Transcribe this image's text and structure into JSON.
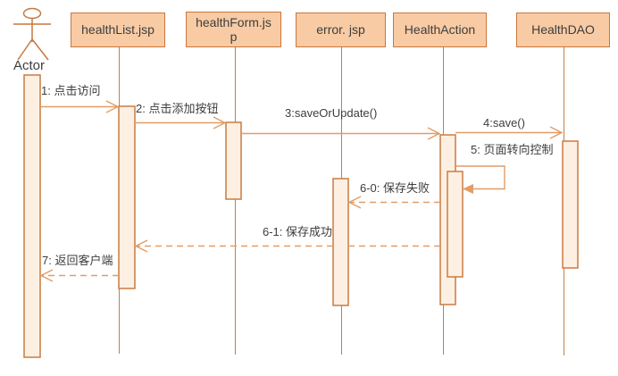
{
  "diagram_type": "uml-sequence",
  "actor": {
    "label": "Actor"
  },
  "lifelines": [
    {
      "label": "healthList.jsp"
    },
    {
      "label": "healthForm.jsp"
    },
    {
      "label": "error. jsp"
    },
    {
      "label": "HealthAction"
    },
    {
      "label": "HealthDAO"
    }
  ],
  "messages": [
    {
      "label": "1: 点击访问",
      "style": "solid",
      "from": "Actor",
      "to": "healthList.jsp"
    },
    {
      "label": "2: 点击添加按钮",
      "style": "solid",
      "from": "healthList.jsp",
      "to": "healthForm.jsp"
    },
    {
      "label": "3:saveOrUpdate()",
      "style": "solid",
      "from": "healthForm.jsp",
      "to": "HealthAction"
    },
    {
      "label": "4:save()",
      "style": "solid",
      "from": "HealthAction",
      "to": "HealthDAO"
    },
    {
      "label": "5: 页面转向控制",
      "style": "self",
      "from": "HealthAction",
      "to": "HealthAction"
    },
    {
      "label": "6-0: 保存失败",
      "style": "dashed",
      "from": "HealthAction",
      "to": "error. jsp"
    },
    {
      "label": "6-1: 保存成功",
      "style": "dashed",
      "from": "HealthAction",
      "to": "healthList.jsp"
    },
    {
      "label": "7: 返回客户端",
      "style": "dashed",
      "from": "healthList.jsp",
      "to": "Actor"
    }
  ],
  "colors": {
    "box_fill": "#f8cba4",
    "box_border": "#c9773e",
    "activation_fill": "#fdf0e2",
    "activation_border": "#c87c42",
    "lifeline": "#c08048",
    "message_line": "#e39c66",
    "text": "#3d3d3d"
  }
}
